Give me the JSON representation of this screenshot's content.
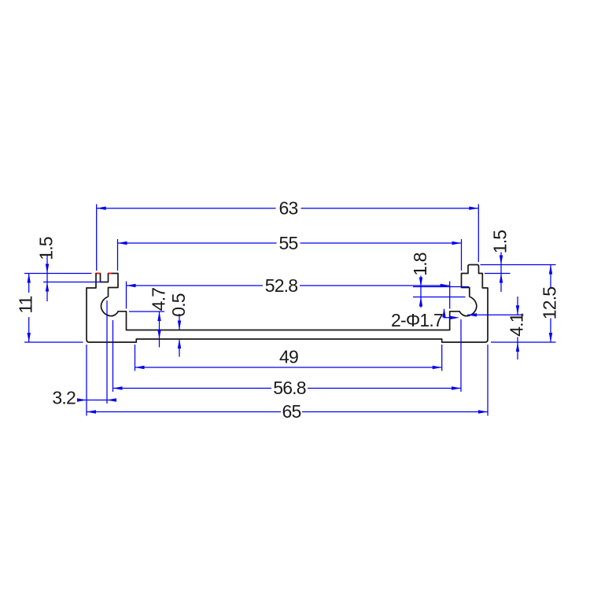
{
  "page": {
    "background": "#ffffff"
  },
  "colors": {
    "dimension_blue": "#0000f2",
    "outline_black": "#171717",
    "highlight_red": "#ff1414"
  },
  "drawing": {
    "title": "extrusion-profile-cross-section",
    "dims": {
      "top_width": "63",
      "inner_top_width": "55",
      "ledge_width": "52.8",
      "web_width": "49",
      "screw_center_width": "56.8",
      "overall_width": "65",
      "side_offset": "3.2",
      "left_height": "11",
      "left_notch_depth": "1.5",
      "ledge_height": "4.7",
      "web_step": "0.5",
      "right_inner_step": "1.8",
      "screw_holes": "2-Φ1.7",
      "right_nub_height": "1.5",
      "overall_height": "12.5",
      "right_hook_height": "4.1"
    }
  }
}
